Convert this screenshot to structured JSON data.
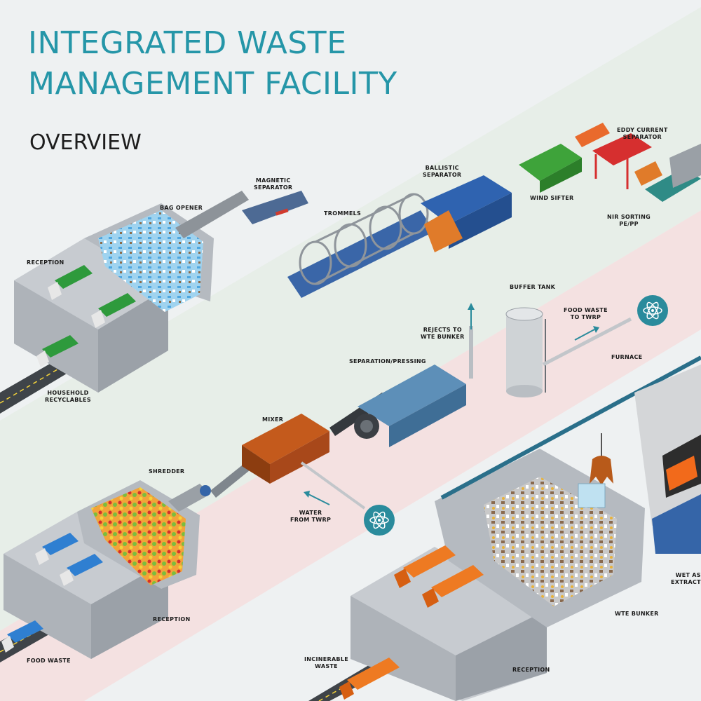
{
  "header": {
    "title_line1": "INTEGRATED WASTE",
    "title_line2": "MANAGEMENT FACILITY",
    "subtitle": "OVERVIEW"
  },
  "colors": {
    "title": "#2596a8",
    "band_top": "#e6ede8",
    "band_mid": "#f3dede",
    "recyclables_truck": "#2e9a3c",
    "food_truck": "#2f7fd1",
    "incinerable_truck": "#ee7a22",
    "trommel_blue": "#3a66a8",
    "wind_sifter": "#3ea33a",
    "eddy_current": "#d62f2f",
    "mixer": "#b24d14",
    "icon_circle": "#2a8b9c"
  },
  "labels": {
    "reception_top": "RECEPTION",
    "household_recyclables": "HOUSEHOLD\nRECYCLABLES",
    "bag_opener": "BAG OPENER",
    "magnetic_separator": "MAGNETIC\nSEPARATOR",
    "trommels": "TROMMELS",
    "ballistic_separator": "BALLISTIC\nSEPARATOR",
    "wind_sifter": "WIND SIFTER",
    "eddy_current_separator": "EDDY CURRENT\nSEPARATOR",
    "nir_sorting": "NIR SORTING\nPE/PP",
    "buffer_tank": "BUFFER TANK",
    "rejects_to_wte": "REJECTS TO\nWTE BUNKER",
    "food_waste_to_twrp": "FOOD WASTE\nTO TWRP",
    "furnace": "FURNACE",
    "separation_pressing": "SEPARATION/PRESSING",
    "mixer": "MIXER",
    "shredder": "SHREDDER",
    "water_from_twrp": "WATER\nFROM TWRP",
    "reception_mid": "RECEPTION",
    "food_waste": "FOOD WASTE",
    "wet_ash_extractor": "WET ASH\nEXTRACTOR",
    "wte_bunker": "WTE BUNKER",
    "incinerable_waste": "INCINERABLE\nWASTE",
    "reception_bottom": "RECEPTION"
  },
  "icons": {
    "atom_top": "atom-icon",
    "atom_mid": "atom-icon",
    "grab_crane": "crane-claw-icon"
  }
}
